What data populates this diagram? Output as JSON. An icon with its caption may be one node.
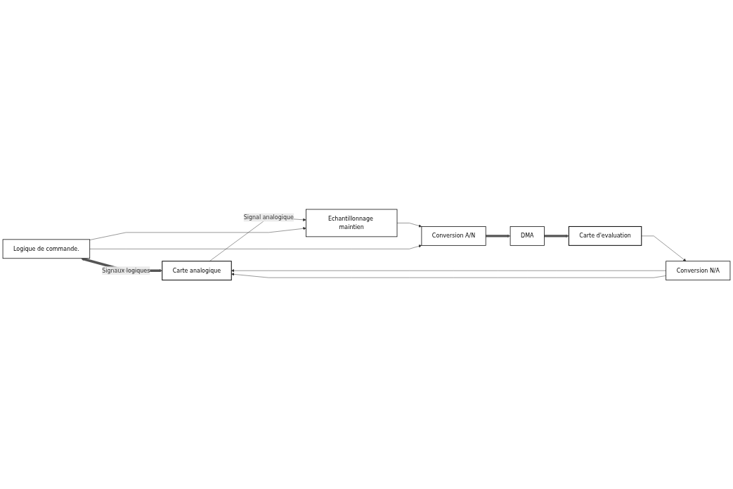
{
  "diagram": {
    "nodes": [
      {
        "text": [
          "Carte analogique"
        ]
      },
      {
        "text": [
          "Echantillonnage maintien"
        ]
      },
      {
        "text": [
          "Conversion A/N"
        ]
      },
      {
        "text": [
          "DMA"
        ]
      },
      {
        "text": [
          "Carte d'evaluation"
        ]
      },
      {
        "text": [
          "Logique de commande."
        ]
      },
      {
        "text": [
          "Conversion N/A"
        ]
      }
    ],
    "edges": [
      {
        "from": 0,
        "to": 1,
        "arrow": "to",
        "label": "Signal analogique"
      },
      {
        "from": 1,
        "to": 2,
        "arrow": "to"
      },
      {
        "from": 2,
        "to": 3,
        "arrow": "to",
        "style": "thick",
        "color": "#555555"
      },
      {
        "from": 3,
        "to": 4,
        "arrow": "to",
        "style": "thick",
        "color": "#555555"
      },
      {
        "from": 5,
        "to": 0,
        "arrow": "both",
        "style": "thick",
        "color": "#555555",
        "label": "Signaux logiques"
      },
      {
        "from": 5,
        "to": 1,
        "arrow": "to"
      },
      {
        "from": 5,
        "to": 2,
        "arrow": "to"
      },
      {
        "from": 4,
        "to": 6,
        "arrow": "to"
      },
      {
        "from": 6,
        "to": 0,
        "arrow": "to"
      },
      {
        "from": 6,
        "to": 0,
        "arrow": "to"
      }
    ]
  }
}
